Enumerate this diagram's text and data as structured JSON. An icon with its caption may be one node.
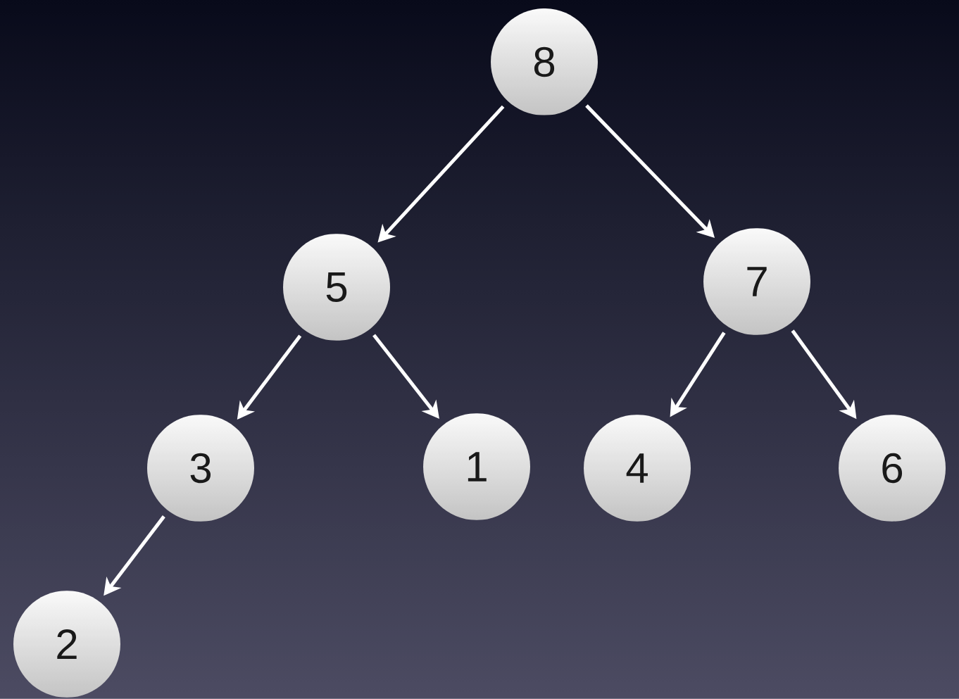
{
  "diagram": {
    "nodes": [
      {
        "text": [
          "8"
        ]
      },
      {
        "text": [
          "5"
        ]
      },
      {
        "text": [
          "7"
        ]
      },
      {
        "text": [
          "3"
        ]
      },
      {
        "text": [
          "1"
        ]
      },
      {
        "text": [
          "4"
        ]
      },
      {
        "text": [
          "6"
        ]
      },
      {
        "text": [
          "2"
        ]
      }
    ],
    "edges": [
      {
        "from": 0,
        "to": 1,
        "arrow": "to"
      },
      {
        "from": 0,
        "to": 2,
        "arrow": "to"
      },
      {
        "from": 1,
        "to": 3,
        "arrow": "to"
      },
      {
        "from": 1,
        "to": 4,
        "arrow": "to"
      },
      {
        "from": 2,
        "to": 5,
        "arrow": "to"
      },
      {
        "from": 2,
        "to": 6,
        "arrow": "to"
      },
      {
        "from": 3,
        "to": 7,
        "arrow": "to"
      }
    ]
  }
}
